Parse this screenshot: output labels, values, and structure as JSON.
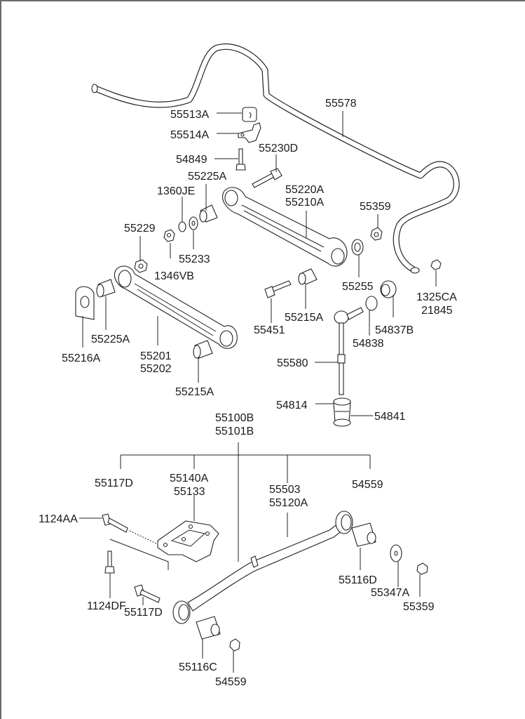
{
  "diagram": {
    "title": "Rear suspension control arm & stabilizer bar exploded parts diagram",
    "labels": {
      "p55578": "55578",
      "p55513A": "55513A",
      "p55514A": "55514A",
      "p54849": "54849",
      "p55230D": "55230D",
      "p55225A_top": "55225A",
      "p1360JE": "1360JE",
      "p55220A": "55220A",
      "p55210A": "55210A",
      "p55359_top": "55359",
      "p55229": "55229",
      "p55233": "55233",
      "p1346VB": "1346VB",
      "p55255": "55255",
      "p1325CA": "1325CA",
      "p21845": "21845",
      "p55451": "55451",
      "p55215A_mid": "55215A",
      "p54837B": "54837B",
      "p54838": "54838",
      "p55216A": "55216A",
      "p55225A_left": "55225A",
      "p55201": "55201",
      "p55202": "55202",
      "p55215A_low": "55215A",
      "p55580": "55580",
      "p54814": "54814",
      "p54841": "54841",
      "p55100B": "55100B",
      "p55101B": "55101B",
      "p55117D_top": "55117D",
      "p55140A": "55140A",
      "p55133": "55133",
      "p55503": "55503",
      "p55120A": "55120A",
      "p54559_top": "54559",
      "p1124AA": "1124AA",
      "p1124DF": "1124DF",
      "p55117D_low": "55117D",
      "p55116D": "55116D",
      "p55347A": "55347A",
      "p55359_low": "55359",
      "p55116C": "55116C",
      "p54559_low": "54559"
    }
  }
}
